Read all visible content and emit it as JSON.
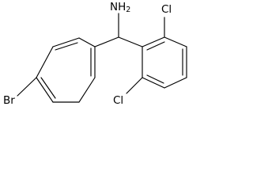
{
  "molecule": {
    "atom_labels": {
      "amine": "NH",
      "amine_subscript": "2",
      "chlorine_top": "Cl",
      "chlorine_bottom": "Cl",
      "bromine": "Br"
    }
  }
}
